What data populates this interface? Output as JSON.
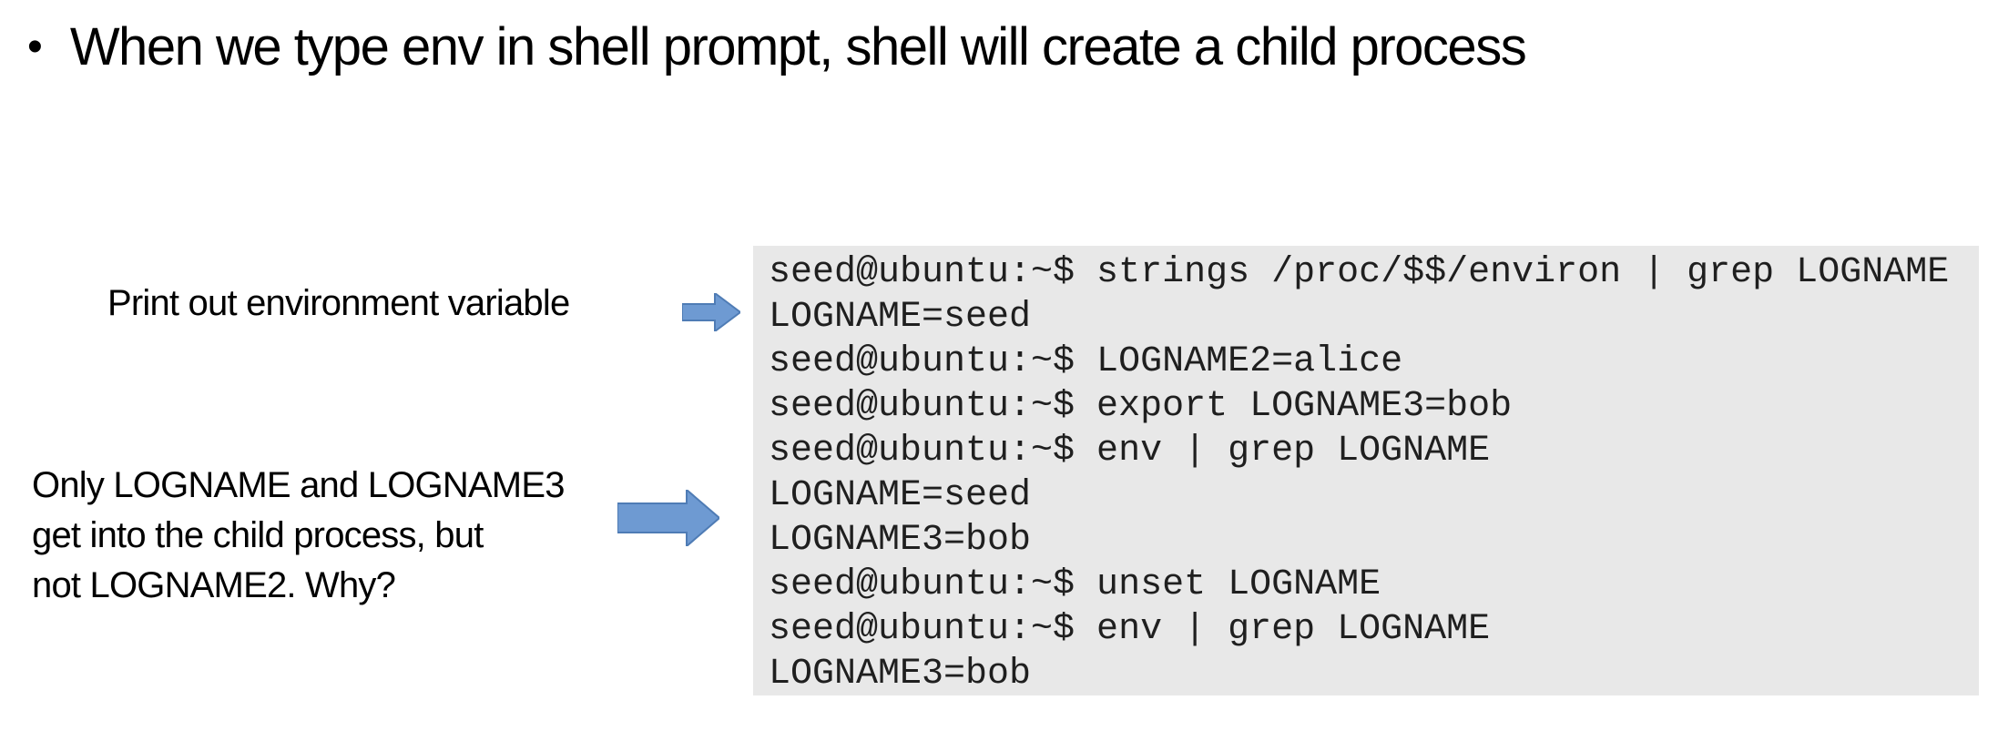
{
  "slide": {
    "bullet_glyph": "•",
    "title": "When we type env in shell prompt, shell will create a child process"
  },
  "annotations": {
    "print_env_label": "Print out environment variable",
    "child_process_note_lines": [
      "Only LOGNAME and LOGNAME3",
      "get into the child process, but",
      "not LOGNAME2. Why?"
    ]
  },
  "terminal": {
    "lines": [
      "seed@ubuntu:~$ strings /proc/$$/environ | grep LOGNAME",
      "LOGNAME=seed",
      "seed@ubuntu:~$ LOGNAME2=alice",
      "seed@ubuntu:~$ export LOGNAME3=bob",
      "seed@ubuntu:~$ env | grep LOGNAME",
      "LOGNAME=seed",
      "LOGNAME3=bob",
      "seed@ubuntu:~$ unset LOGNAME",
      "seed@ubuntu:~$ env | grep LOGNAME",
      "LOGNAME3=bob"
    ]
  },
  "colors": {
    "background": "#ffffff",
    "text_color": "#000000",
    "terminal_bg": "#e8e8e8",
    "terminal_text": "#1f1f1f",
    "arrow_fill": "#6e9ad2",
    "arrow_stroke": "#4f7cb5"
  }
}
